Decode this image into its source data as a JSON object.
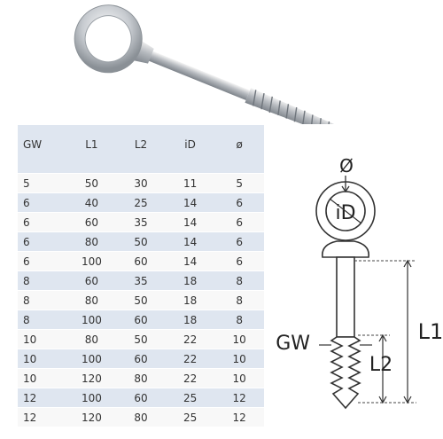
{
  "table": {
    "headers": [
      "GW",
      "L1",
      "L2",
      "iD",
      "ø"
    ],
    "rows": [
      [
        "5",
        "50",
        "30",
        "11",
        "5"
      ],
      [
        "6",
        "40",
        "25",
        "14",
        "6"
      ],
      [
        "6",
        "60",
        "35",
        "14",
        "6"
      ],
      [
        "6",
        "80",
        "50",
        "14",
        "6"
      ],
      [
        "6",
        "100",
        "60",
        "14",
        "6"
      ],
      [
        "8",
        "60",
        "35",
        "18",
        "8"
      ],
      [
        "8",
        "80",
        "50",
        "18",
        "8"
      ],
      [
        "8",
        "100",
        "60",
        "18",
        "8"
      ],
      [
        "10",
        "80",
        "50",
        "22",
        "10"
      ],
      [
        "10",
        "100",
        "60",
        "22",
        "10"
      ],
      [
        "10",
        "120",
        "80",
        "22",
        "10"
      ],
      [
        "12",
        "100",
        "60",
        "25",
        "12"
      ],
      [
        "12",
        "120",
        "80",
        "25",
        "12"
      ]
    ]
  },
  "diagram": {
    "diameter_label": "Ø",
    "inner_diameter_label": "iD",
    "thread_label": "GW",
    "total_length_label": "L1",
    "thread_length_label": "L2"
  },
  "colors": {
    "table_header_bg": "#dfe6f0",
    "row_light": "#f8f8f8",
    "row_blue": "#dfe6f0",
    "metal": "#b8bec6"
  }
}
